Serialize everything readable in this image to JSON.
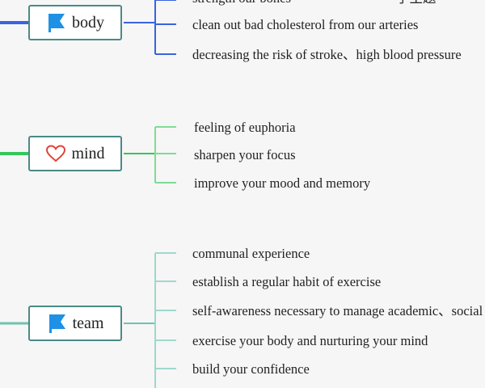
{
  "colors": {
    "body": "#3a63e0",
    "mind": "#34c759",
    "team": "#6fc2b0",
    "node_border": "#4a8a86",
    "flag": "#1e90e6",
    "heart": "#e0443a"
  },
  "branches": [
    {
      "id": "body",
      "label": "body",
      "icon": "flag-icon",
      "items": [
        "strength our bones",
        "clean out bad cholesterol from our arteries",
        "decreasing the risk of stroke、high blood pressure"
      ],
      "note": "子主题"
    },
    {
      "id": "mind",
      "label": "mind",
      "icon": "heart-icon",
      "items": [
        "feeling of euphoria",
        "sharpen your focus",
        "improve your mood and memory"
      ]
    },
    {
      "id": "team",
      "label": "team",
      "icon": "flag-icon",
      "items": [
        "communal experience",
        "establish a regular habit of exercise",
        "self-awareness necessary to manage academic、social",
        "exercise your body and nurturing your mind",
        "build your confidence"
      ]
    }
  ]
}
